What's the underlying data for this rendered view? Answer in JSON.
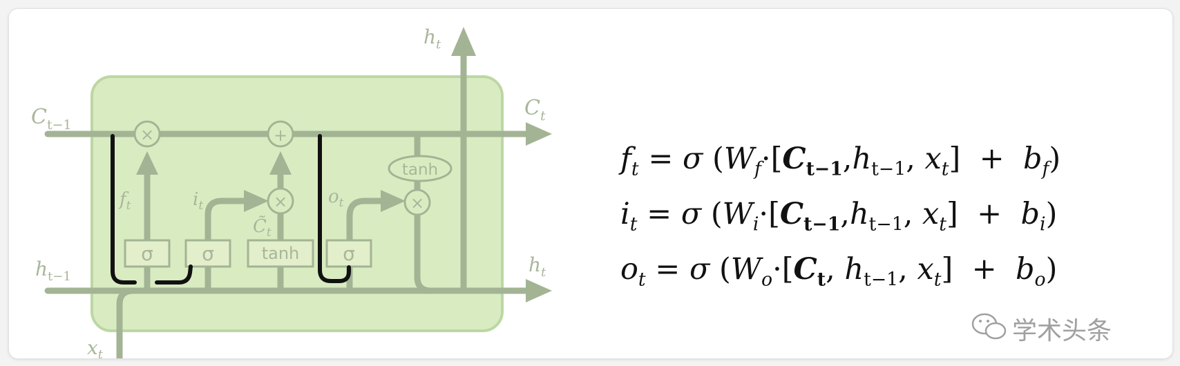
{
  "diagram": {
    "labels": {
      "c_prev": "C",
      "c_prev_sub": "t−1",
      "c_out": "C",
      "c_out_sub": "t",
      "h_top": "h",
      "h_top_sub": "t",
      "h_prev": "h",
      "h_prev_sub": "t−1",
      "h_right": "h",
      "h_right_sub": "t",
      "x_in": "x",
      "x_in_sub": "t",
      "f": "f",
      "f_sub": "t",
      "i": "i",
      "i_sub": "t",
      "o": "o",
      "o_sub": "t",
      "ctilde": "C̃",
      "ctilde_sub": "t"
    },
    "gates": {
      "sigma1": "σ",
      "sigma2": "σ",
      "tanh_gate": "tanh",
      "sigma3": "σ",
      "tanh_oval": "tanh"
    },
    "ops": {
      "mult1": "×",
      "plus": "+",
      "mult2": "×",
      "mult3": "×"
    },
    "colors": {
      "cell_fill": "#d9ecc1",
      "cell_border": "#bcd7a3",
      "line": "#a3b495",
      "peephole": "#111111"
    }
  },
  "equations": {
    "f": {
      "lhs": "f",
      "lhs_sub": "t",
      "w_sub": "f",
      "b_sub": "f",
      "c_sub": "t−1"
    },
    "i": {
      "lhs": "i",
      "lhs_sub": "t",
      "w_sub": "i",
      "b_sub": "i",
      "c_sub": "t−1"
    },
    "o": {
      "lhs": "o",
      "lhs_sub": "t",
      "w_sub": "o",
      "b_sub": "o",
      "c_sub": "t"
    },
    "common": {
      "eq": "=",
      "sigma": "σ",
      "W": "W",
      "C": "C",
      "h": "h",
      "h_sub": "t−1",
      "x": "x",
      "x_sub": "t",
      "b": "b",
      "plus": "+"
    }
  },
  "watermark": {
    "text": "学术头条",
    "icon": "wechat-icon"
  }
}
